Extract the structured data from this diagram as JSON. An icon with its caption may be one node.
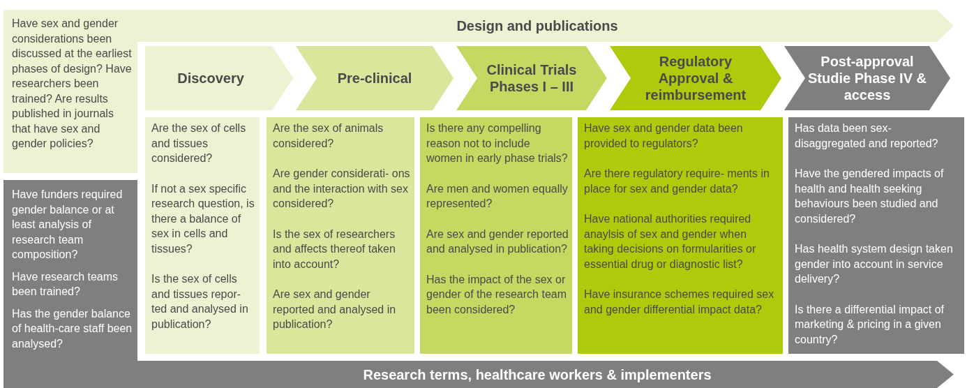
{
  "diagram": {
    "nodes": [
      {
        "text": [
          "Have sex and gender considerations been discussed at the earliest phases of design? Have researchers been trained? Are results published in journals that have sex and gender policies?",
          "Design and publications"
        ]
      },
      {
        "text": [
          "Have funders required gender balance or at least analysis of research team composition?",
          "Have research teams been trained?",
          "Has the gender balance of health-care staff been analysed?",
          "Research terms, healthcare workers & implementers"
        ]
      },
      {
        "text": [
          "Discovery"
        ]
      },
      {
        "text": [
          "Pre-clinical"
        ]
      },
      {
        "text": [
          "Clinical Trials Phases I – III"
        ]
      },
      {
        "text": [
          "Regulatory Approval & reimbursement"
        ]
      },
      {
        "text": [
          "Post-approval Studie Phase IV & access"
        ]
      },
      {
        "text": [
          "Are the sex of cells and tissues considered?",
          "If not a sex specific research question, is there a balance of sex in cells and tissues?",
          "Is the sex of cells and tissues repor- ted and analysed in publication?"
        ]
      },
      {
        "text": [
          "Are the sex of animals considered?",
          "Are gender considerati- ons and the interaction with sex considered?",
          "Is the sex of researchers and affects thereof taken into account?",
          "Are sex and gender reported and analysed in publication?"
        ]
      },
      {
        "text": [
          "Is there any compelling reason not to include women in early phase trials?",
          "Are men and women equally represented?",
          "Are sex and gender reported and analysed in publication?",
          "Has the impact of the sex or gender of the research team been considered?"
        ]
      },
      {
        "text": [
          "Have sex and gender data been provided to regulators?",
          "Are there regulatory require- ments in place for sex and gender data?",
          "Have national authorities required anaylsis of sex and gender when taking decisions on formularities or essential drug or diagnostic list?",
          "Have insurance schemes required sex and gender differential impact data?"
        ]
      },
      {
        "text": [
          "Has data been sex-disaggregated and reported?",
          "Have the gendered impacts of health and health seeking behaviours been studied and considered?",
          "Has health system design taken gender into account in service delivery?",
          "Is there a differential impact of marketing & pricing in a given country?"
        ]
      }
    ],
    "edges": []
  }
}
